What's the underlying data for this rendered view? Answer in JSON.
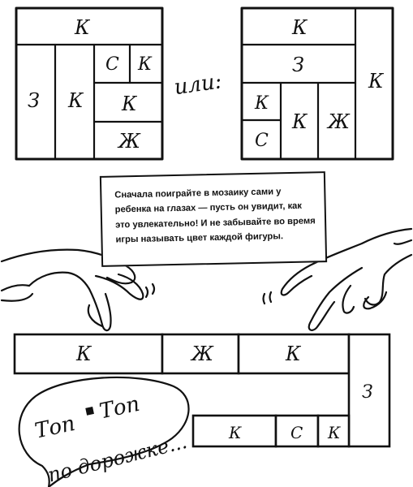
{
  "colors": {
    "ink": "#111111",
    "paper": "#ffffff"
  },
  "mosaic_1": {
    "top_bar": "К",
    "left_tall": "З",
    "mid_tall": "К",
    "small_1": "С",
    "small_2": "К",
    "right_mid": "К",
    "bottom_right": "Ж"
  },
  "connector": "или:",
  "mosaic_2": {
    "top_bar": "К",
    "middle_bar": "З",
    "right_tall": "К",
    "small_top": "К",
    "small_bottom": "С",
    "mid_tall": "К",
    "right_cell": "Ж"
  },
  "note": {
    "text": "Сначала поиграйте в мозаику сами у ребенка на глазах — пусть он увидит, как это увлекательно! И не забывайте во время игры называть цвет каждой фигуры."
  },
  "path": {
    "row1": [
      "К",
      "Ж",
      "К"
    ],
    "turn": "З",
    "row2": [
      "К",
      "С",
      "К"
    ]
  },
  "caption": {
    "line1_a": "Топ",
    "line1_b": "Топ",
    "line2": "по дорожке..."
  },
  "hands": {
    "left": "left-hand-illustration",
    "right": "right-hand-illustration"
  }
}
